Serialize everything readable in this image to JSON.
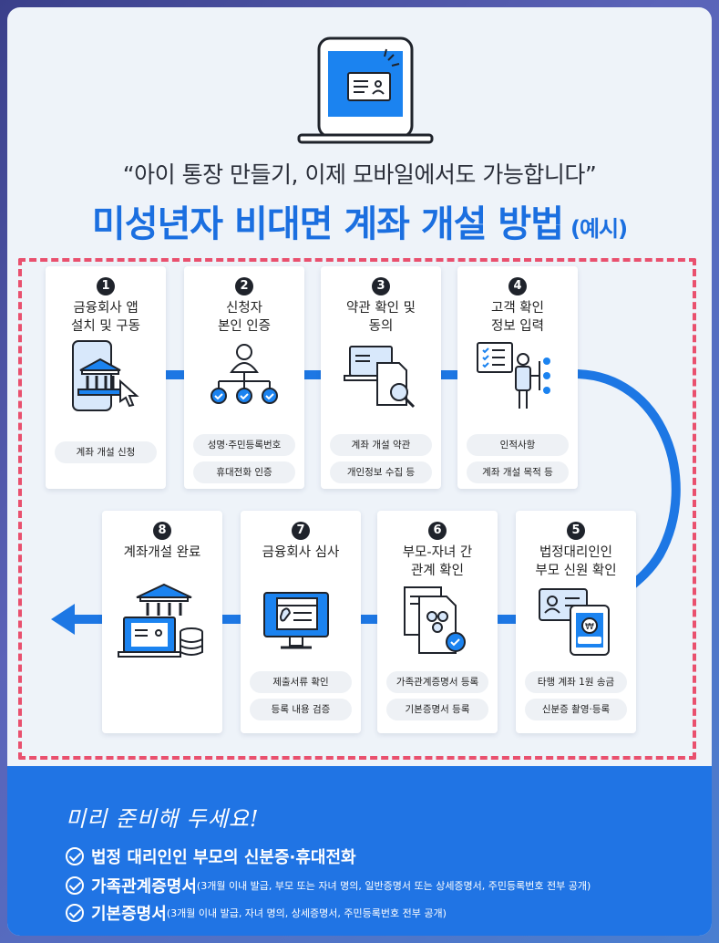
{
  "subtitle": "“아이 통장 만들기, 이제 모바일에서도 가능합니다”",
  "title": "미성년자 비대면 계좌 개설 방법",
  "title_suffix": "(예시)",
  "steps": [
    {
      "num": "1",
      "title": "금융회사 앱\n설치 및 구동",
      "pills": [
        "계좌 개설 신청"
      ],
      "icon": "mobile-bank-icon"
    },
    {
      "num": "2",
      "title": "신청자\n본인 인증",
      "pills": [
        "성명·주민등록번호",
        "휴대전화 인증"
      ],
      "icon": "identity-verification-icon"
    },
    {
      "num": "3",
      "title": "약관 확인 및\n동의",
      "pills": [
        "계좌 개설 약관",
        "개인정보 수집 등"
      ],
      "icon": "document-review-icon"
    },
    {
      "num": "4",
      "title": "고객 확인\n정보 입력",
      "pills": [
        "인적사항",
        "계좌 개설 목적 등"
      ],
      "icon": "customer-info-icon"
    },
    {
      "num": "5",
      "title": "법정대리인인\n부모 신원 확인",
      "pills": [
        "타행 계좌 1원 송금",
        "신분증 촬영·등록"
      ],
      "icon": "id-card-phone-icon"
    },
    {
      "num": "6",
      "title": "부모-자녀 간\n관계 확인",
      "pills": [
        "가족관계증명서 등록",
        "기본증명서 등록"
      ],
      "icon": "family-certificate-icon"
    },
    {
      "num": "7",
      "title": "금융회사 심사",
      "pills": [
        "제출서류 확인",
        "등록 내용 검증"
      ],
      "icon": "computer-review-icon"
    },
    {
      "num": "8",
      "title": "계좌개설 완료",
      "pills": [],
      "icon": "bank-complete-icon"
    }
  ],
  "bottom": {
    "heading": "미리 준비해 두세요!",
    "items": [
      {
        "main": "법정 대리인인 부모의 신분증·휴대전화",
        "note": ""
      },
      {
        "main": "가족관계증명서",
        "note": "(3개월 이내 발급, 부모 또는 자녀 명의, 일반증명서 또는 상세증명서, 주민등록번호 전부 공개)"
      },
      {
        "main": "기본증명서",
        "note": "(3개월 이내 발급, 자녀 명의, 상세증명서, 주민등록번호 전부 공개)"
      }
    ]
  },
  "colors": {
    "accent": "#1b6fe0",
    "dash": "#e9506e",
    "panel": "#2074e4"
  }
}
